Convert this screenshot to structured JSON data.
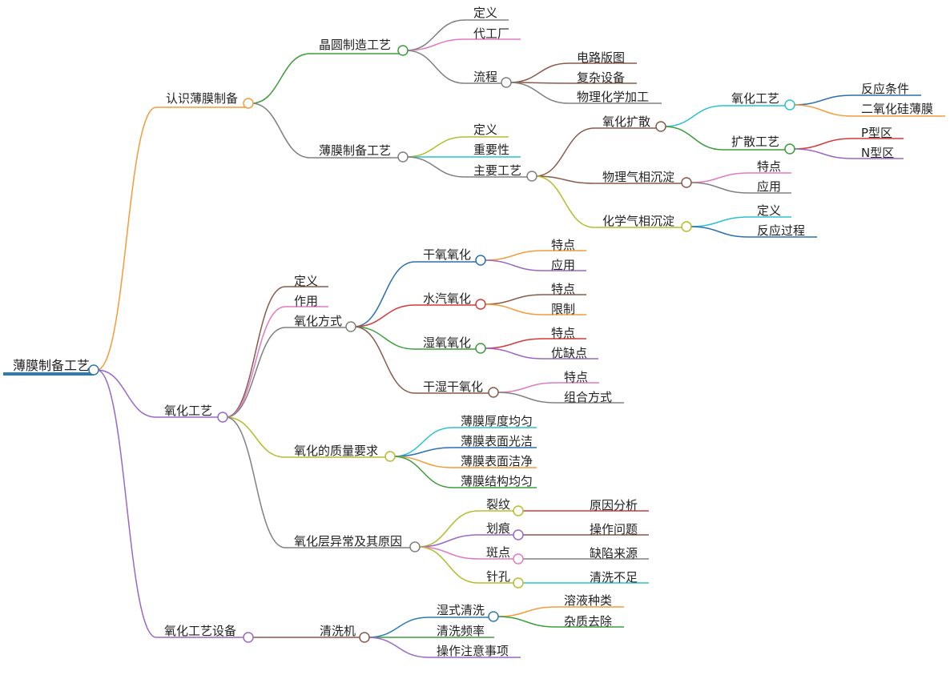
{
  "title": "薄膜制备工艺",
  "colors": {
    "orange": "#f39c3a",
    "purple": "#9b67c6",
    "green": "#3b9e3b",
    "grey": "#808080",
    "pink": "#e07ac0",
    "brown": "#8a5a4a",
    "cyan": "#2cc0d0",
    "blue": "#2a6fb0",
    "olive": "#b5bd2a",
    "red": "#d33a3a",
    "darkblue": "#2e7bb0"
  },
  "tree": {
    "label": "薄膜制备工艺",
    "children": [
      {
        "label": "认识薄膜制备",
        "color": "orange",
        "children": [
          {
            "label": "晶圆制造工艺",
            "color": "green",
            "children": [
              {
                "label": "定义",
                "color": "grey"
              },
              {
                "label": "代工厂",
                "color": "pink"
              },
              {
                "label": "流程",
                "color": "grey",
                "children": [
                  {
                    "label": "电路版图",
                    "color": "brown"
                  },
                  {
                    "label": "复杂设备",
                    "color": "brown"
                  },
                  {
                    "label": "物理化学加工",
                    "color": "grey"
                  }
                ]
              }
            ]
          },
          {
            "label": "薄膜制备工艺",
            "color": "grey",
            "children": [
              {
                "label": "定义",
                "color": "olive"
              },
              {
                "label": "重要性",
                "color": "cyan"
              },
              {
                "label": "主要工艺",
                "color": "grey",
                "children": [
                  {
                    "label": "氧化扩散",
                    "color": "brown",
                    "children": [
                      {
                        "label": "氧化工艺",
                        "color": "cyan",
                        "children": [
                          {
                            "label": "反应条件",
                            "color": "blue"
                          },
                          {
                            "label": "二氧化硅薄膜",
                            "color": "orange"
                          }
                        ]
                      },
                      {
                        "label": "扩散工艺",
                        "color": "green",
                        "children": [
                          {
                            "label": "P型区",
                            "color": "red"
                          },
                          {
                            "label": "N型区",
                            "color": "purple"
                          }
                        ]
                      }
                    ]
                  },
                  {
                    "label": "物理气相沉淀",
                    "color": "brown",
                    "children": [
                      {
                        "label": "特点",
                        "color": "pink"
                      },
                      {
                        "label": "应用",
                        "color": "grey"
                      }
                    ]
                  },
                  {
                    "label": "化学气相沉淀",
                    "color": "olive",
                    "children": [
                      {
                        "label": "定义",
                        "color": "cyan"
                      },
                      {
                        "label": "反应过程",
                        "color": "blue"
                      }
                    ]
                  }
                ]
              }
            ]
          }
        ]
      },
      {
        "label": "氧化工艺",
        "color": "purple",
        "children": [
          {
            "label": "定义",
            "color": "brown"
          },
          {
            "label": "作用",
            "color": "pink"
          },
          {
            "label": "氧化方式",
            "color": "grey",
            "children": [
              {
                "label": "干氧氧化",
                "color": "blue",
                "children": [
                  {
                    "label": "特点",
                    "color": "orange"
                  },
                  {
                    "label": "应用",
                    "color": "purple"
                  }
                ]
              },
              {
                "label": "水汽氧化",
                "color": "red",
                "children": [
                  {
                    "label": "特点",
                    "color": "brown"
                  },
                  {
                    "label": "限制",
                    "color": "orange"
                  }
                ]
              },
              {
                "label": "湿氧氧化",
                "color": "green",
                "children": [
                  {
                    "label": "特点",
                    "color": "red"
                  },
                  {
                    "label": "优缺点",
                    "color": "purple"
                  }
                ]
              },
              {
                "label": "干湿干氧化",
                "color": "brown",
                "children": [
                  {
                    "label": "特点",
                    "color": "pink"
                  },
                  {
                    "label": "组合方式",
                    "color": "grey"
                  }
                ]
              }
            ]
          },
          {
            "label": "氧化的质量要求",
            "color": "olive",
            "children": [
              {
                "label": "薄膜厚度均匀",
                "color": "cyan"
              },
              {
                "label": "薄膜表面光洁",
                "color": "blue"
              },
              {
                "label": "薄膜表面洁净",
                "color": "orange"
              },
              {
                "label": "薄膜结构均匀",
                "color": "green"
              }
            ]
          },
          {
            "label": "氧化层异常及其原因",
            "color": "grey",
            "children": [
              {
                "label": "裂纹",
                "color": "olive",
                "children": [
                  {
                    "label": "原因分析",
                    "color": "red"
                  }
                ]
              },
              {
                "label": "划痕",
                "color": "purple",
                "children": [
                  {
                    "label": "操作问题",
                    "color": "brown"
                  }
                ]
              },
              {
                "label": "斑点",
                "color": "pink",
                "children": [
                  {
                    "label": "缺陷来源",
                    "color": "grey"
                  }
                ]
              },
              {
                "label": "针孔",
                "color": "olive",
                "children": [
                  {
                    "label": "清洗不足",
                    "color": "cyan"
                  }
                ]
              }
            ]
          }
        ]
      },
      {
        "label": "氧化工艺设备",
        "color": "purple",
        "children": [
          {
            "label": "清洗机",
            "color": "brown",
            "children": [
              {
                "label": "湿式清洗",
                "color": "darkblue",
                "children": [
                  {
                    "label": "溶液种类",
                    "color": "orange"
                  },
                  {
                    "label": "杂质去除",
                    "color": "green"
                  }
                ]
              },
              {
                "label": "清洗频率",
                "color": "green"
              },
              {
                "label": "操作注意事项",
                "color": "purple"
              }
            ]
          }
        ]
      }
    ]
  }
}
